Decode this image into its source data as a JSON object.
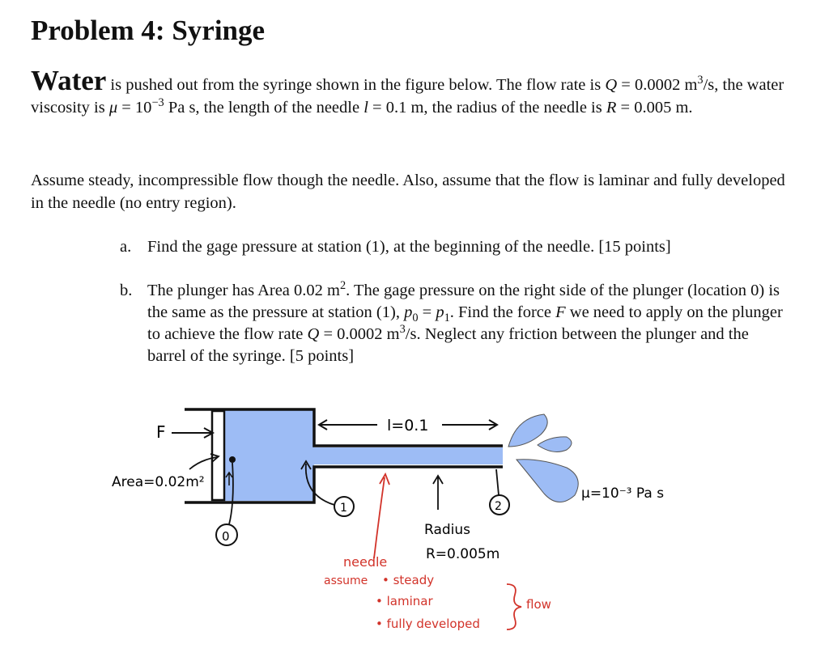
{
  "title": "Problem 4: Syringe",
  "intro": {
    "first_word": "Water",
    "text1": " is pushed out from the syringe shown in the figure below. The flow rate is ",
    "Q_sym": "Q",
    "text2": " = 0.0002 m",
    "exp3": "3",
    "text3": "/s, the water viscosity is ",
    "mu_sym": "μ",
    "text4": " = 10",
    "expm3": "−3",
    "text5": " Pa s, the length of the needle ",
    "l_sym": "l",
    "text6": " = 0.1 m, the radius of the needle is ",
    "R_sym": "R",
    "text7": " = 0.005 m."
  },
  "assumption": "Assume steady, incompressible flow though the needle. Also, assume that the flow is laminar and fully developed in the needle (no entry region).",
  "part_a": {
    "label": "a.",
    "text": "Find the gage pressure at station (1), at the beginning of the needle. [15 points]"
  },
  "part_b": {
    "label": "b.",
    "t1": "The plunger has Area 0.02 m",
    "e1": "2",
    "t2": ". The gage pressure on the right side of the plunger (location 0) is the same as the pressure at station (1), ",
    "p0": "p",
    "s0": "0",
    "t3": " = ",
    "p1": "p",
    "s1": "1",
    "t4": ". Find the force ",
    "F": "F",
    "t5": " we need to apply on the plunger to achieve the flow rate ",
    "Q": "Q",
    "t6": " = 0.0002 m",
    "e2": "3",
    "t7": "/s. Neglect any friction between the plunger and the barrel of the syringe. [5 points]"
  },
  "figure": {
    "force_label": "F",
    "area_label": "Area=0.02m²",
    "length_label": "l=0.1",
    "station_0": "0",
    "station_1": "1",
    "station_2": "2",
    "radius_label": "Radius",
    "radius_value": "R=0.005m",
    "mu_label": "μ=10⁻³ Pa s",
    "needle_label": "needle",
    "assume_label": "assume",
    "assume_items": [
      "• steady",
      "• laminar",
      "• fully developed"
    ],
    "flow_label": "flow",
    "colors": {
      "water": "#9dbcf5",
      "annotation_red": "#d2332a",
      "ink": "#111111"
    }
  }
}
